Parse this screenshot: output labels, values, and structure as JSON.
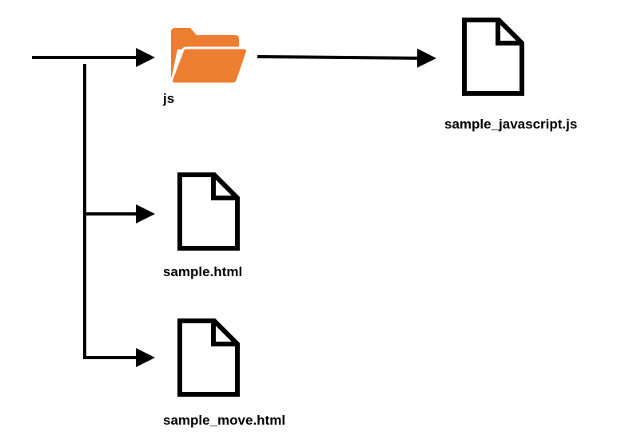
{
  "nodes": {
    "js_folder": {
      "label": "js",
      "icon": "folder-open-icon"
    },
    "sample_javascript": {
      "label": "sample_javascript.js",
      "icon": "file-icon"
    },
    "sample_html": {
      "label": "sample.html",
      "icon": "file-icon"
    },
    "sample_move": {
      "label": "sample_move.html",
      "icon": "file-icon"
    }
  },
  "colors": {
    "folder": "#ED7D31",
    "line": "#000000",
    "background": "#FFFFFF"
  }
}
